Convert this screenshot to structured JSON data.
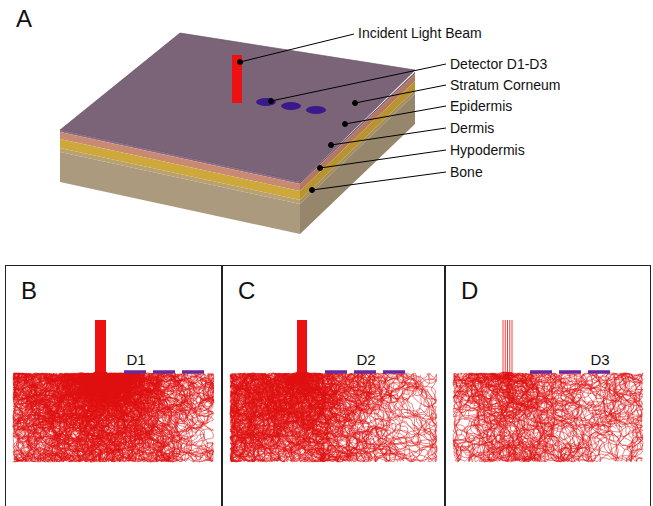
{
  "diagram": {
    "nodes": [
      {
        "text": [
          "B",
          "D1"
        ]
      },
      {
        "text": [
          "C",
          "D2"
        ]
      },
      {
        "text": [
          "D",
          "D3"
        ]
      }
    ],
    "labels": [
      "A",
      "Incident Light Beam",
      "Detector D1-D3",
      "Stratum Corneum",
      "Epidermis",
      "Dermis",
      "Hypodermis",
      "Bone"
    ]
  }
}
